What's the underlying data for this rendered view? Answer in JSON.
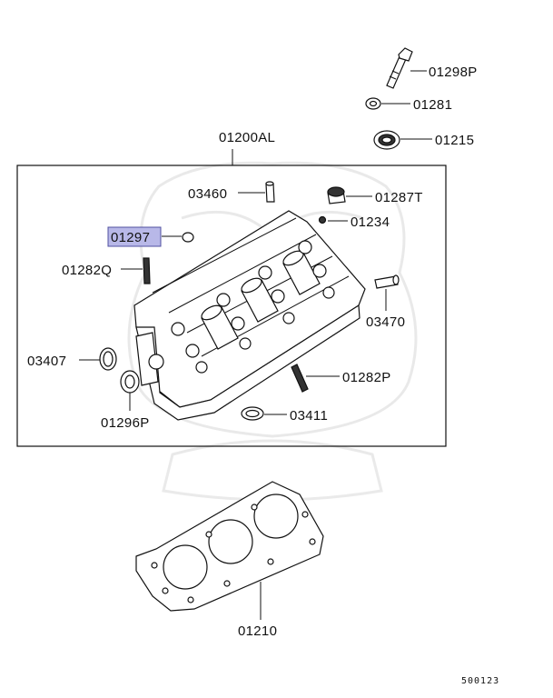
{
  "diagram": {
    "labels": {
      "p01298P": "01298P",
      "p01281": "01281",
      "p01215": "01215",
      "p01200AL": "01200AL",
      "p03460": "03460",
      "p01287T": "01287T",
      "p01297": "01297",
      "p01234": "01234",
      "p01282Q": "01282Q",
      "p03470": "03470",
      "p03407": "03407",
      "p01282P": "01282P",
      "p01296P": "01296P",
      "p03411": "03411",
      "p01210": "01210"
    },
    "highlighted_part": "01297",
    "highlight_color": "#b8b8e8",
    "highlight_border": "#5050a0",
    "footer_code": "500123"
  }
}
